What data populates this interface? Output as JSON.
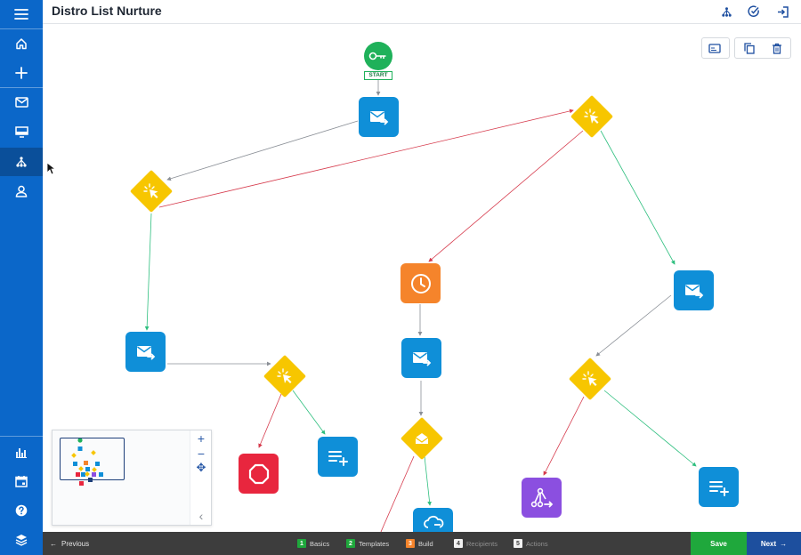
{
  "app": {
    "title": "Distro List Nurture"
  },
  "colors": {
    "sidebar": "#0b67c9",
    "email_node": "#0f8fd8",
    "decision_node": "#f7c600",
    "wait_node": "#f5842b",
    "stop_node": "#e8263e",
    "split_node": "#8b4fe0",
    "start_node": "#1fb15a",
    "save_button": "#1fa83c",
    "next_button": "#1d4f9e"
  },
  "sidebar": {
    "items": [
      {
        "icon": "menu-icon"
      },
      {
        "icon": "home-icon"
      },
      {
        "icon": "plus-icon"
      },
      {
        "icon": "mail-icon"
      },
      {
        "icon": "monitor-icon"
      },
      {
        "icon": "workflow-icon",
        "active": true
      },
      {
        "icon": "user-icon"
      },
      {
        "icon": "bar-chart-icon"
      },
      {
        "icon": "calendar-icon"
      },
      {
        "icon": "help-icon"
      },
      {
        "icon": "layers-icon"
      }
    ]
  },
  "header_icons": [
    "workflow-icon",
    "check-circle-icon",
    "exit-icon"
  ],
  "canvas_tools": [
    "card-icon",
    "copy-icon",
    "trash-icon"
  ],
  "start_node": {
    "label": "START"
  },
  "minimap": {
    "zoom_in": "+",
    "zoom_out": "−",
    "pan": "✥",
    "collapse": "‹"
  },
  "footer": {
    "previous": "Previous",
    "steps": [
      {
        "num": "1",
        "label": "Basics",
        "state": "done"
      },
      {
        "num": "2",
        "label": "Templates",
        "state": "done"
      },
      {
        "num": "3",
        "label": "Build",
        "state": "current"
      },
      {
        "num": "4",
        "label": "Recipients",
        "state": "pending"
      },
      {
        "num": "5",
        "label": "Actions",
        "state": "pending"
      }
    ],
    "save": "Save",
    "next": "Next"
  }
}
